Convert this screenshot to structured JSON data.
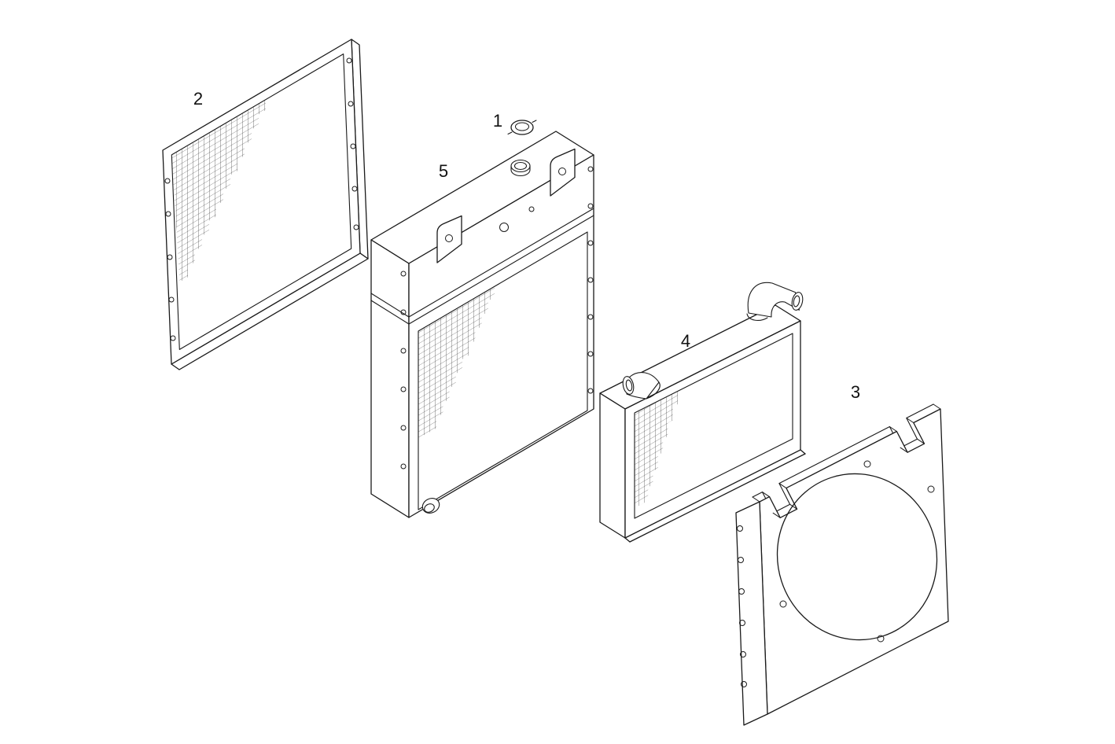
{
  "figure": {
    "background_color": "#ffffff",
    "line_color": "#1a1a1a",
    "callouts": [
      {
        "part": "1"
      },
      {
        "part": "2"
      },
      {
        "part": "3"
      },
      {
        "part": "4"
      },
      {
        "part": "5"
      }
    ]
  }
}
